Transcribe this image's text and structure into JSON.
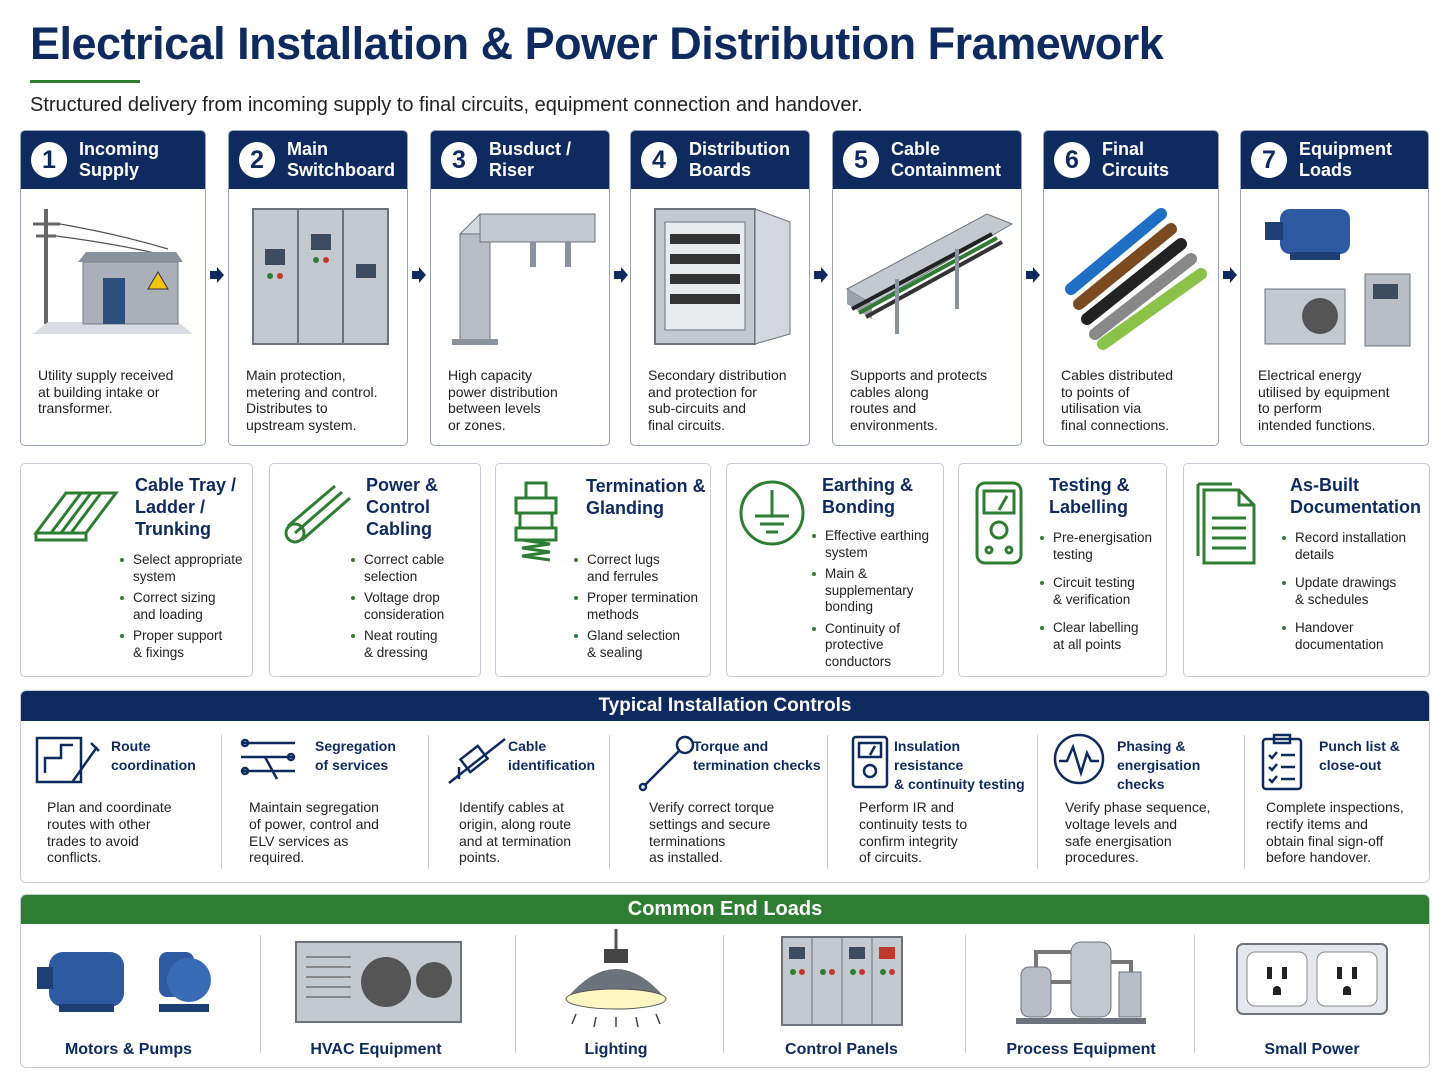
{
  "header": {
    "title": "Electrical Installation & Power Distribution Framework",
    "subtitle": "Structured delivery from incoming supply to final circuits, equipment connection and handover."
  },
  "colors": {
    "navy": "#0f2a5f",
    "green": "#2e7d32",
    "border": "#c7ccd6"
  },
  "steps": [
    {
      "num": "1",
      "title_l1": "Incoming",
      "title_l2": "Supply",
      "icon": "substation-icon",
      "desc": [
        "Utility supply received",
        "at building intake or",
        "transformer."
      ]
    },
    {
      "num": "2",
      "title_l1": "Main",
      "title_l2": "Switchboard",
      "icon": "switchboard-icon",
      "desc": [
        "Main protection,",
        "metering and control.",
        "Distributes to",
        "upstream system."
      ]
    },
    {
      "num": "3",
      "title_l1": "Busduct /",
      "title_l2": "Riser",
      "icon": "busduct-icon",
      "desc": [
        "High capacity",
        "power distribution",
        "between levels",
        "or zones."
      ]
    },
    {
      "num": "4",
      "title_l1": "Distribution",
      "title_l2": "Boards",
      "icon": "distribution-board-icon",
      "desc": [
        "Secondary distribution",
        "and protection for",
        "sub-circuits and",
        "final circuits."
      ]
    },
    {
      "num": "5",
      "title_l1": "Cable",
      "title_l2": "Containment",
      "icon": "cable-tray-icon",
      "desc": [
        "Supports and protects",
        "cables along",
        "routes and",
        "environments."
      ]
    },
    {
      "num": "6",
      "title_l1": "Final",
      "title_l2": "Circuits",
      "icon": "cables-icon",
      "desc": [
        "Cables distributed",
        "to points of",
        "utilisation via",
        "final connections."
      ]
    },
    {
      "num": "7",
      "title_l1": "Equipment",
      "title_l2": "Loads",
      "icon": "equipment-icon",
      "desc": [
        "Electrical energy",
        "utilised by equipment",
        "to perform",
        "intended functions."
      ]
    }
  ],
  "categories": [
    {
      "title": [
        "Cable Tray /",
        "Ladder /",
        "Trunking"
      ],
      "icon": "ladder-icon",
      "items": [
        [
          "Select appropriate",
          "system"
        ],
        [
          "Correct sizing",
          "and loading"
        ],
        [
          "Proper support",
          "& fixings"
        ]
      ]
    },
    {
      "title": [
        "Power &",
        "Control",
        "Cabling"
      ],
      "icon": "cable-bundle-icon",
      "items": [
        [
          "Correct cable",
          "selection"
        ],
        [
          "Voltage drop",
          "consideration"
        ],
        [
          "Neat routing",
          "& dressing"
        ]
      ]
    },
    {
      "title": [
        "Termination &",
        "Glanding"
      ],
      "icon": "cable-gland-icon",
      "items": [
        [
          "Correct lugs",
          "and ferrules"
        ],
        [
          "Proper termination",
          "methods"
        ],
        [
          "Gland selection",
          "& sealing"
        ]
      ]
    },
    {
      "title": [
        "Earthing &",
        "Bonding"
      ],
      "icon": "earth-icon",
      "items": [
        [
          "Effective earthing",
          "system"
        ],
        [
          "Main &",
          "supplementary",
          "bonding"
        ],
        [
          "Continuity of",
          "protective",
          "conductors"
        ]
      ]
    },
    {
      "title": [
        "Testing &",
        "Labelling"
      ],
      "icon": "multimeter-icon",
      "items": [
        [
          "Pre-energisation",
          "testing"
        ],
        [
          "Circuit testing",
          "& verification"
        ],
        [
          "Clear labelling",
          "at all points"
        ]
      ]
    },
    {
      "title": [
        "As-Built",
        "Documentation"
      ],
      "icon": "document-icon",
      "items": [
        [
          "Record installation",
          "details"
        ],
        [
          "Update drawings",
          "& schedules"
        ],
        [
          "Handover",
          "documentation"
        ]
      ]
    }
  ],
  "controls": {
    "heading": "Typical Installation Controls",
    "items": [
      {
        "title": [
          "Route",
          "coordination"
        ],
        "icon": "route-plan-icon",
        "desc": [
          "Plan and coordinate",
          "routes with other",
          "trades to avoid",
          "conflicts."
        ]
      },
      {
        "title": [
          "Segregation",
          "of services"
        ],
        "icon": "segregation-icon",
        "desc": [
          "Maintain segregation",
          "of power, control and",
          "ELV services as",
          "required."
        ]
      },
      {
        "title": [
          "Cable",
          "identification"
        ],
        "icon": "cable-tag-icon",
        "desc": [
          "Identify cables at",
          "origin, along route",
          "and at termination",
          "points."
        ]
      },
      {
        "title": [
          "Torque and",
          "termination checks"
        ],
        "icon": "torque-wrench-icon",
        "desc": [
          "Verify correct torque",
          "settings and secure",
          "terminations",
          "as installed."
        ]
      },
      {
        "title": [
          "Insulation resistance",
          "& continuity testing"
        ],
        "icon": "tester-icon",
        "desc": [
          "Perform IR and",
          "continuity tests to",
          "confirm integrity",
          "of circuits."
        ]
      },
      {
        "title": [
          "Phasing &",
          "energisation checks"
        ],
        "icon": "waveform-icon",
        "desc": [
          "Verify phase sequence,",
          "voltage levels and",
          "safe energisation",
          "procedures."
        ]
      },
      {
        "title": [
          "Punch list &",
          "close-out"
        ],
        "icon": "checklist-icon",
        "desc": [
          "Complete inspections,",
          "rectify items and",
          "obtain final sign-off",
          "before handover."
        ]
      }
    ]
  },
  "loads": {
    "heading": "Common End Loads",
    "items": [
      {
        "label": "Motors & Pumps",
        "icon": "motor-pump-icon"
      },
      {
        "label": "HVAC Equipment",
        "icon": "hvac-unit-icon"
      },
      {
        "label": "Lighting",
        "icon": "high-bay-light-icon"
      },
      {
        "label": "Control Panels",
        "icon": "control-panel-icon"
      },
      {
        "label": "Process Equipment",
        "icon": "process-plant-icon"
      },
      {
        "label": "Small Power",
        "icon": "socket-outlet-icon"
      }
    ]
  }
}
